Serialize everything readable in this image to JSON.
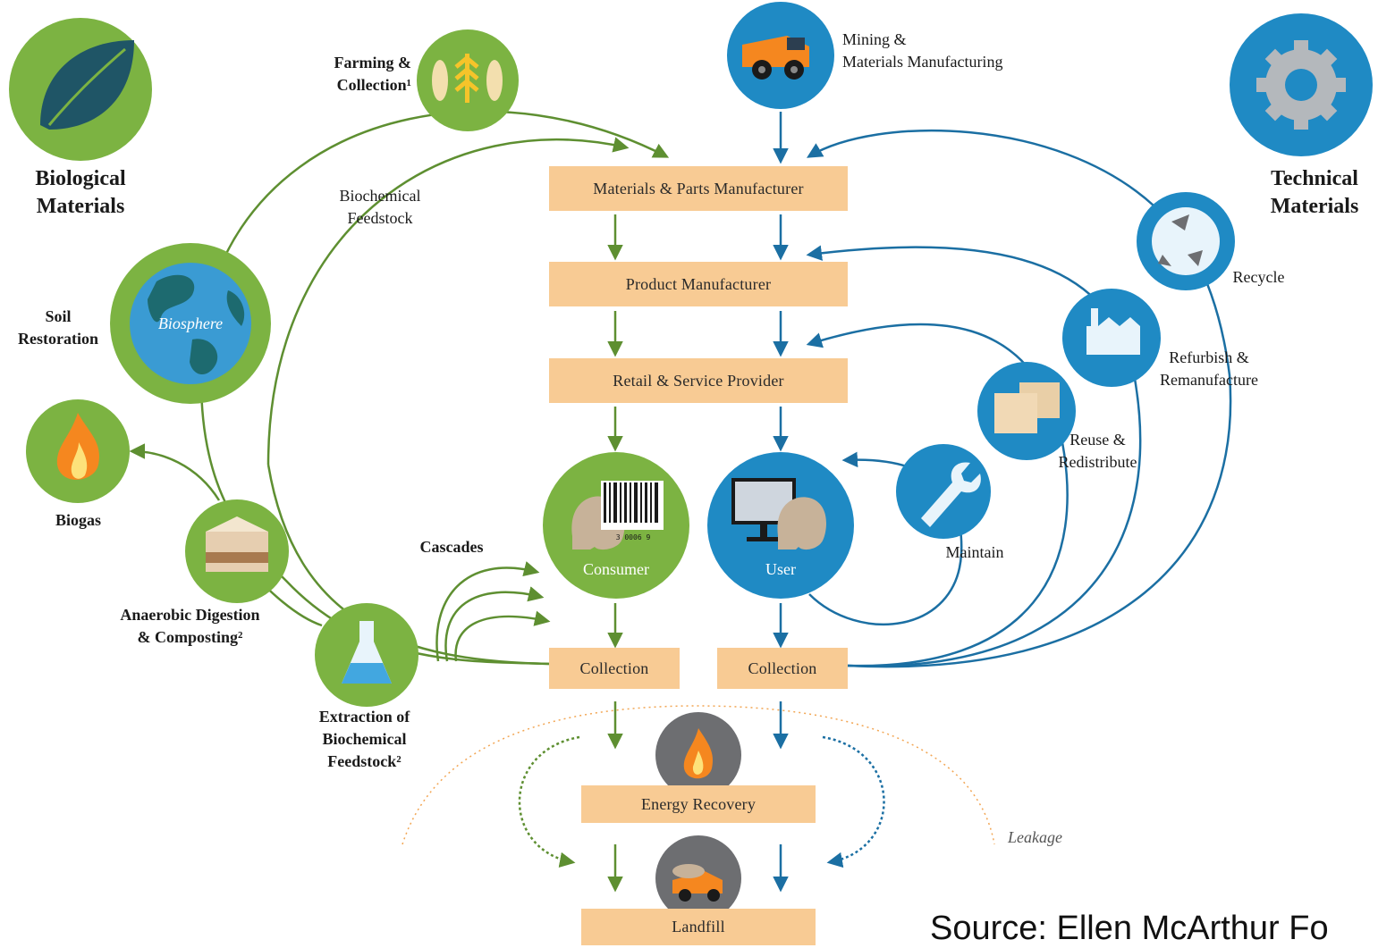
{
  "title_bio": "Biological Materials",
  "title_tech": "Technical Materials",
  "boxes": {
    "materials_parts": "Materials & Parts Manufacturer",
    "product": "Product Manufacturer",
    "retail": "Retail & Service Provider",
    "collection_bio": "Collection",
    "collection_tech": "Collection",
    "energy": "Energy Recovery",
    "landfill": "Landfill"
  },
  "nodes": {
    "farming": "Farming &\nCollection¹",
    "biochemical_feedstock": "Biochemical\nFeedstock",
    "soil": "Soil\nRestoration",
    "biosphere": "Biosphere",
    "biogas": "Biogas",
    "anaerobic": "Anaerobic Digestion\n& Composting²",
    "extraction": "Extraction of\nBiochemical\nFeedstock²",
    "cascades": "Cascades",
    "consumer": "Consumer",
    "user": "User",
    "mining": "Mining &\nMaterials Manufacturing",
    "recycle": "Recycle",
    "refurbish": "Refurbish &\nRemanufacture",
    "reuse": "Reuse &\nRedistribute",
    "maintain": "Maintain",
    "leakage": "Leakage"
  },
  "barcode_text": "3 0006 9",
  "source": "Source: Ellen McArthur Fo",
  "colors": {
    "green": "#7cb342",
    "blue": "#1f8ac4",
    "box": "#f8cb94",
    "grey": "#6d6e71",
    "orange": "#f29c38"
  }
}
